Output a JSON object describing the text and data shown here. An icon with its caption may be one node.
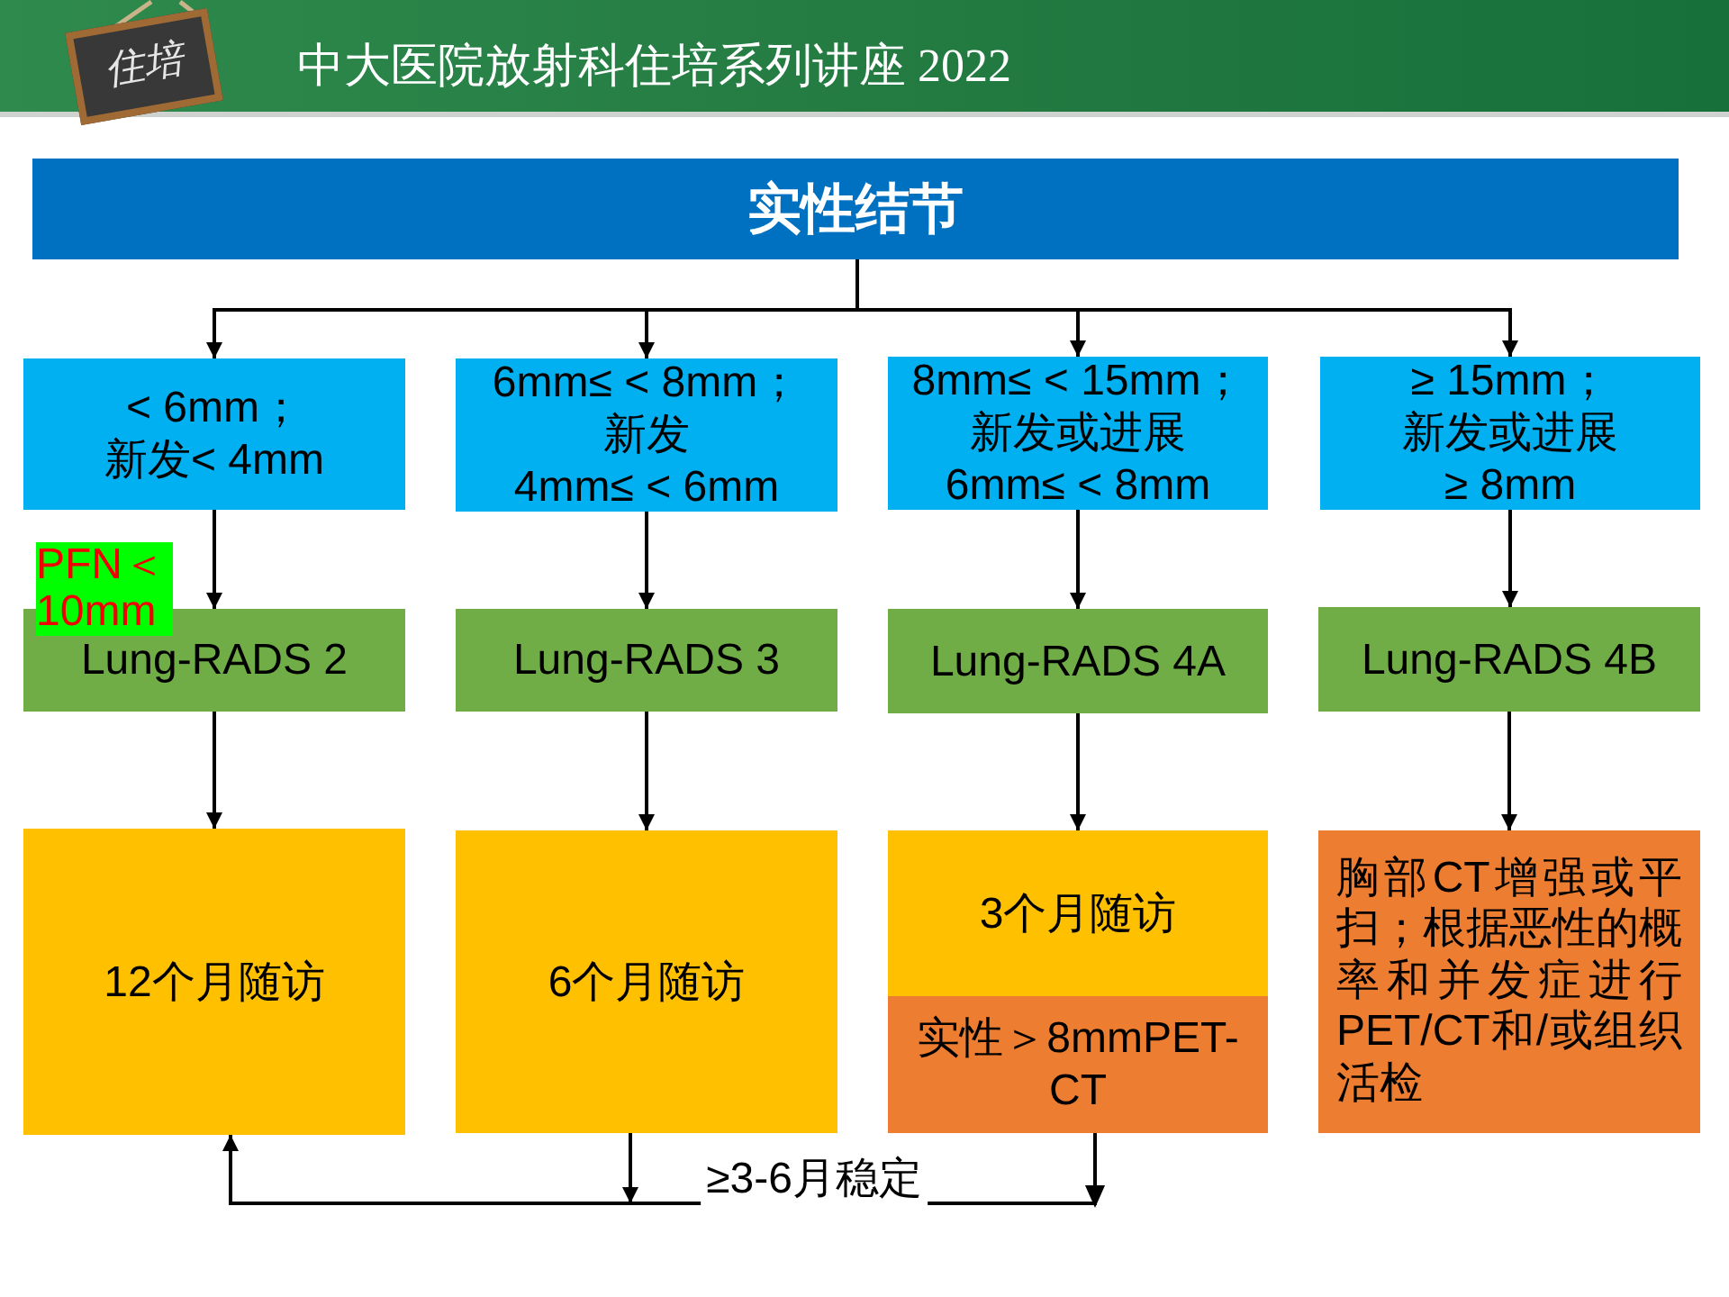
{
  "diagram": {
    "title": "中大医院放射科住培系列讲座 2022",
    "nodes": [
      {
        "text": [
          "实性结节"
        ]
      },
      {
        "text": [
          "< 6mm；新发< 4mm"
        ]
      },
      {
        "text": [
          "6mm≤ < 8mm；新发4mm≤ < 6mm"
        ]
      },
      {
        "text": [
          "8mm≤ < 15mm；新发或进展6mm≤ < 8mm"
        ]
      },
      {
        "text": [
          "≥ 15mm；新发或进展≥ 8mm"
        ]
      },
      {
        "text": [
          "Lung-RADS 2"
        ],
        "beside": [
          "PFN＜ 10mm"
        ]
      },
      {
        "text": [
          "Lung-RADS 3"
        ]
      },
      {
        "text": [
          "Lung-RADS 4A"
        ]
      },
      {
        "text": [
          "Lung-RADS 4B"
        ]
      },
      {
        "text": [
          "12个月随访"
        ]
      },
      {
        "text": [
          "6个月随访"
        ]
      },
      {
        "text": [
          "3个月随访"
        ]
      },
      {
        "text": [
          "实性＞8mmPET-CT"
        ]
      },
      {
        "text": [
          "胸部CT增强或平扫；根据恶性的概率和并发症进行PET/CT和/或组织活检"
        ]
      }
    ],
    "edges": [
      {
        "from": 0,
        "to": 1,
        "arrow": "to"
      },
      {
        "from": 0,
        "to": 2,
        "arrow": "to"
      },
      {
        "from": 0,
        "to": 3,
        "arrow": "to"
      },
      {
        "from": 0,
        "to": 4,
        "arrow": "to"
      },
      {
        "from": 1,
        "to": 5,
        "arrow": "to"
      },
      {
        "from": 2,
        "to": 6,
        "arrow": "to"
      },
      {
        "from": 3,
        "to": 7,
        "arrow": "to"
      },
      {
        "from": 4,
        "to": 8,
        "arrow": "to"
      },
      {
        "from": 5,
        "to": 9,
        "arrow": "to"
      },
      {
        "from": 6,
        "to": 10,
        "arrow": "to"
      },
      {
        "from": 7,
        "to": 11,
        "arrow": "to"
      },
      {
        "from": 8,
        "to": 13,
        "arrow": "to"
      },
      {
        "from": 10,
        "to": 9,
        "arrow": "to"
      },
      {
        "from": 12,
        "to": 9,
        "arrow": "to",
        "label": "≥3-6月稳定"
      }
    ],
    "labels": [
      "住培"
    ]
  }
}
